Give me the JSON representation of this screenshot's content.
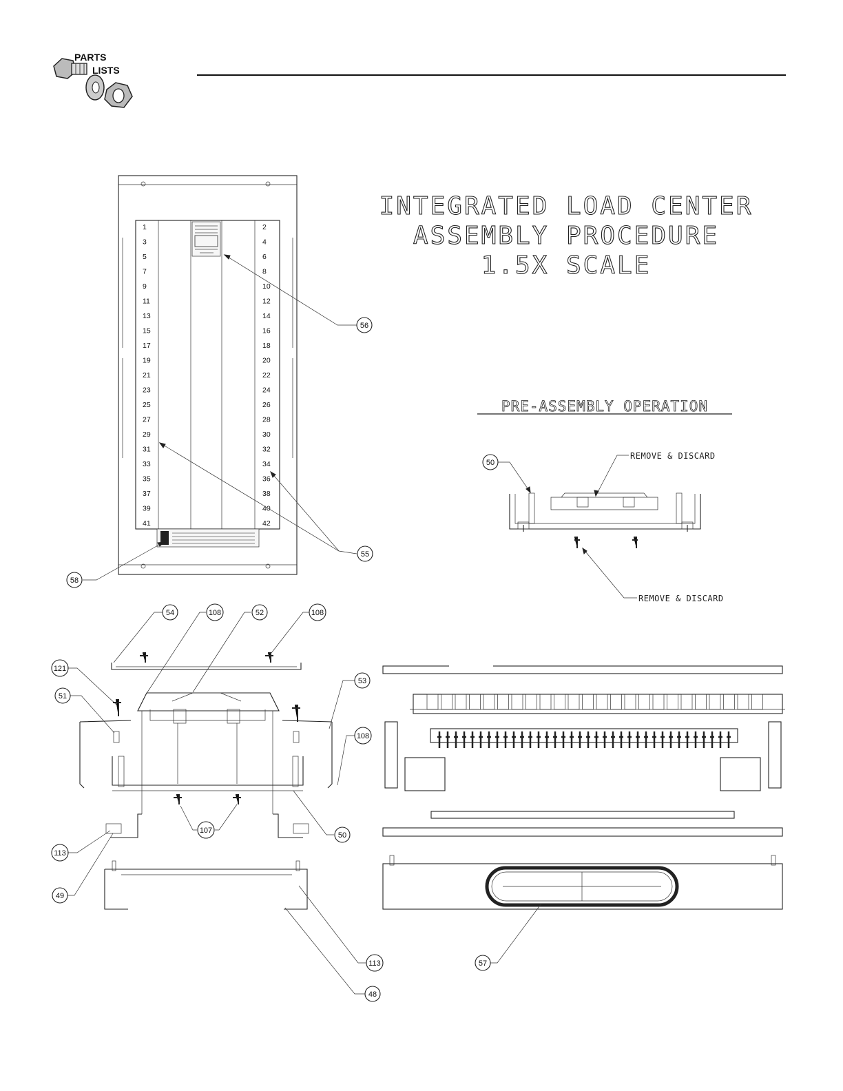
{
  "header": {
    "logo_line1": "PARTS",
    "logo_line2": "LISTS"
  },
  "title": {
    "line1": "INTEGRATED LOAD CENTER",
    "line2": "ASSEMBLY PROCEDURE",
    "line3": "1.5X SCALE"
  },
  "pre_assembly": {
    "heading": "PRE-ASSEMBLY OPERATION",
    "note_top": "REMOVE & DISCARD",
    "note_bottom": "REMOVE & DISCARD"
  },
  "panel": {
    "left_numbers": [
      "1",
      "3",
      "5",
      "7",
      "9",
      "11",
      "13",
      "15",
      "17",
      "19",
      "21",
      "23",
      "25",
      "27",
      "29",
      "31",
      "33",
      "35",
      "37",
      "39",
      "41"
    ],
    "right_numbers": [
      "2",
      "4",
      "6",
      "8",
      "10",
      "12",
      "14",
      "16",
      "18",
      "20",
      "22",
      "24",
      "26",
      "28",
      "30",
      "32",
      "34",
      "36",
      "38",
      "40",
      "42"
    ]
  },
  "callouts": {
    "c56": "56",
    "c55": "55",
    "c58": "58",
    "c50a": "50",
    "c54": "54",
    "c108a": "108",
    "c52": "52",
    "c108b": "108",
    "c121": "121",
    "c51": "51",
    "c53": "53",
    "c108c": "108",
    "c107": "107",
    "c50b": "50",
    "c113a": "113",
    "c49": "49",
    "c113b": "113",
    "c48": "48",
    "c57": "57"
  }
}
